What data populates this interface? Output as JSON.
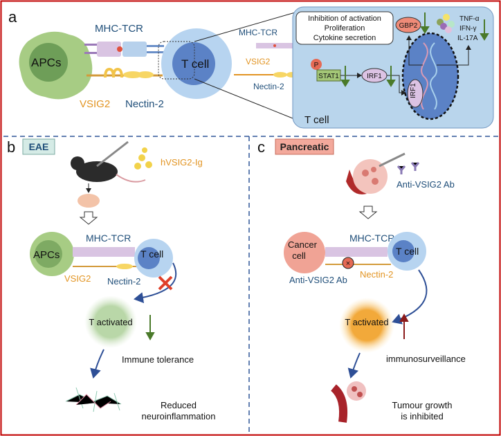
{
  "panel_a": {
    "label": "a",
    "apc_label": "APCs",
    "tcell_label": "T cell",
    "mhc_tcr": "MHC-TCR",
    "vsig2": "VSIG2",
    "nectin2": "Nectin-2",
    "zoom": {
      "mhc_tcr": "MHC-TCR",
      "vsig2": "VSIG2",
      "nectin2": "Nectin-2",
      "effects": [
        "Inhibition of activation",
        "Proliferation",
        "Cytokine secretion"
      ],
      "p_label": "P",
      "stat1": "STAT1",
      "irf1": "IRF1",
      "irf1_nuclear": "IRF1",
      "gbp2": "GBP2",
      "cytokines": [
        "TNF-α",
        "IFN-γ",
        "IL-17A"
      ],
      "cell_label": "T cell"
    }
  },
  "panel_b": {
    "label": "b",
    "tag": "EAE",
    "drug": "hVSIG2-Ig",
    "mhc_tcr": "MHC-TCR",
    "apc_label": "APCs",
    "tcell_label": "T cell",
    "vsig2": "VSIG2",
    "nectin2": "Nectin-2",
    "t_activated": "T activated",
    "outcome1": "Immune tolerance",
    "outcome2_line1": "Reduced",
    "outcome2_line2": "neuroinflammation"
  },
  "panel_c": {
    "label": "c",
    "tag": "Pancreatic",
    "antibody": "Anti-VSIG2 Ab",
    "mhc_tcr": "MHC-TCR",
    "cancer_line1": "Cancer",
    "cancer_line2": "cell",
    "tcell_label": "T cell",
    "antibody2": "Anti-VSIG2 Ab",
    "nectin2": "Nectin-2",
    "t_activated": "T activated",
    "outcome1": "immunosurveillance",
    "outcome2_line1": "Tumour growth",
    "outcome2_line2": "is inhibited"
  },
  "colors": {
    "frame": "#c00000",
    "dash": "#2e5597",
    "down_arrow": "#4a7a2a",
    "up_arrow": "#8b1a1a",
    "cross": "#e0402a"
  }
}
